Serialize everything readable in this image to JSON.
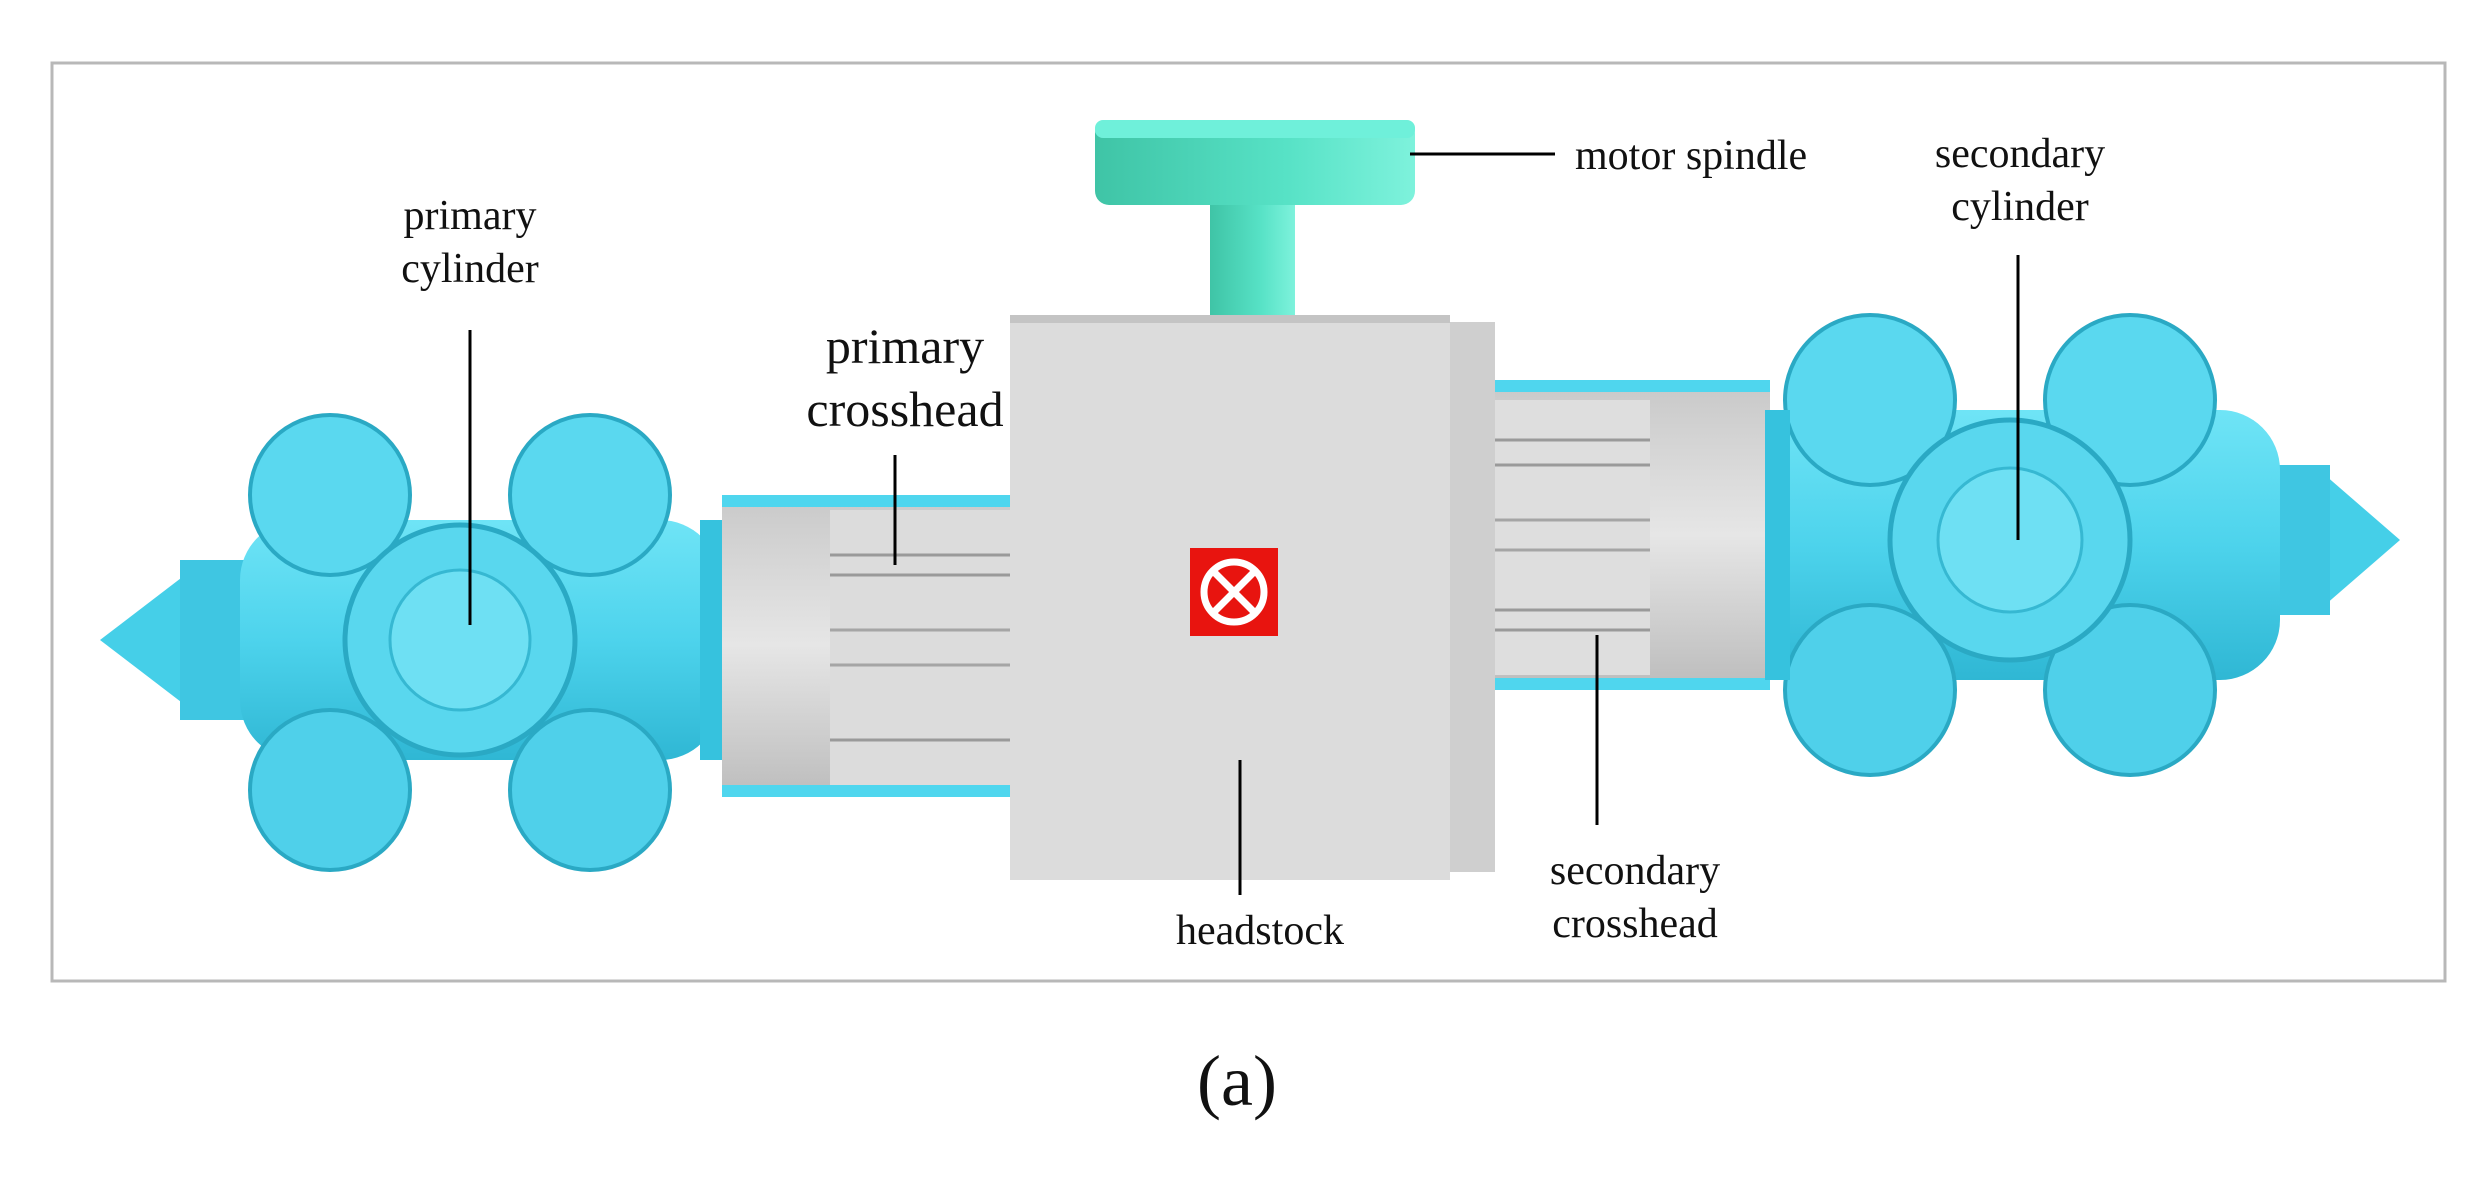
{
  "labels": {
    "motor_spindle": "motor spindle",
    "secondary_cylinder": [
      "secondary",
      "cylinder"
    ],
    "primary_cylinder": [
      "primary",
      "cylinder"
    ],
    "primary_crosshead": [
      "primary",
      "crosshead"
    ],
    "headstock": "headstock",
    "secondary_crosshead": [
      "secondary",
      "crosshead"
    ]
  },
  "caption": "(a)",
  "colors": {
    "cylinder": "#4fd6ee",
    "cylinder_dark": "#2cb6d2",
    "motor": "#45d6b8",
    "body_gray": "#d9d9d9",
    "frame": "#b8b8b8",
    "marker": "#e8140f"
  }
}
